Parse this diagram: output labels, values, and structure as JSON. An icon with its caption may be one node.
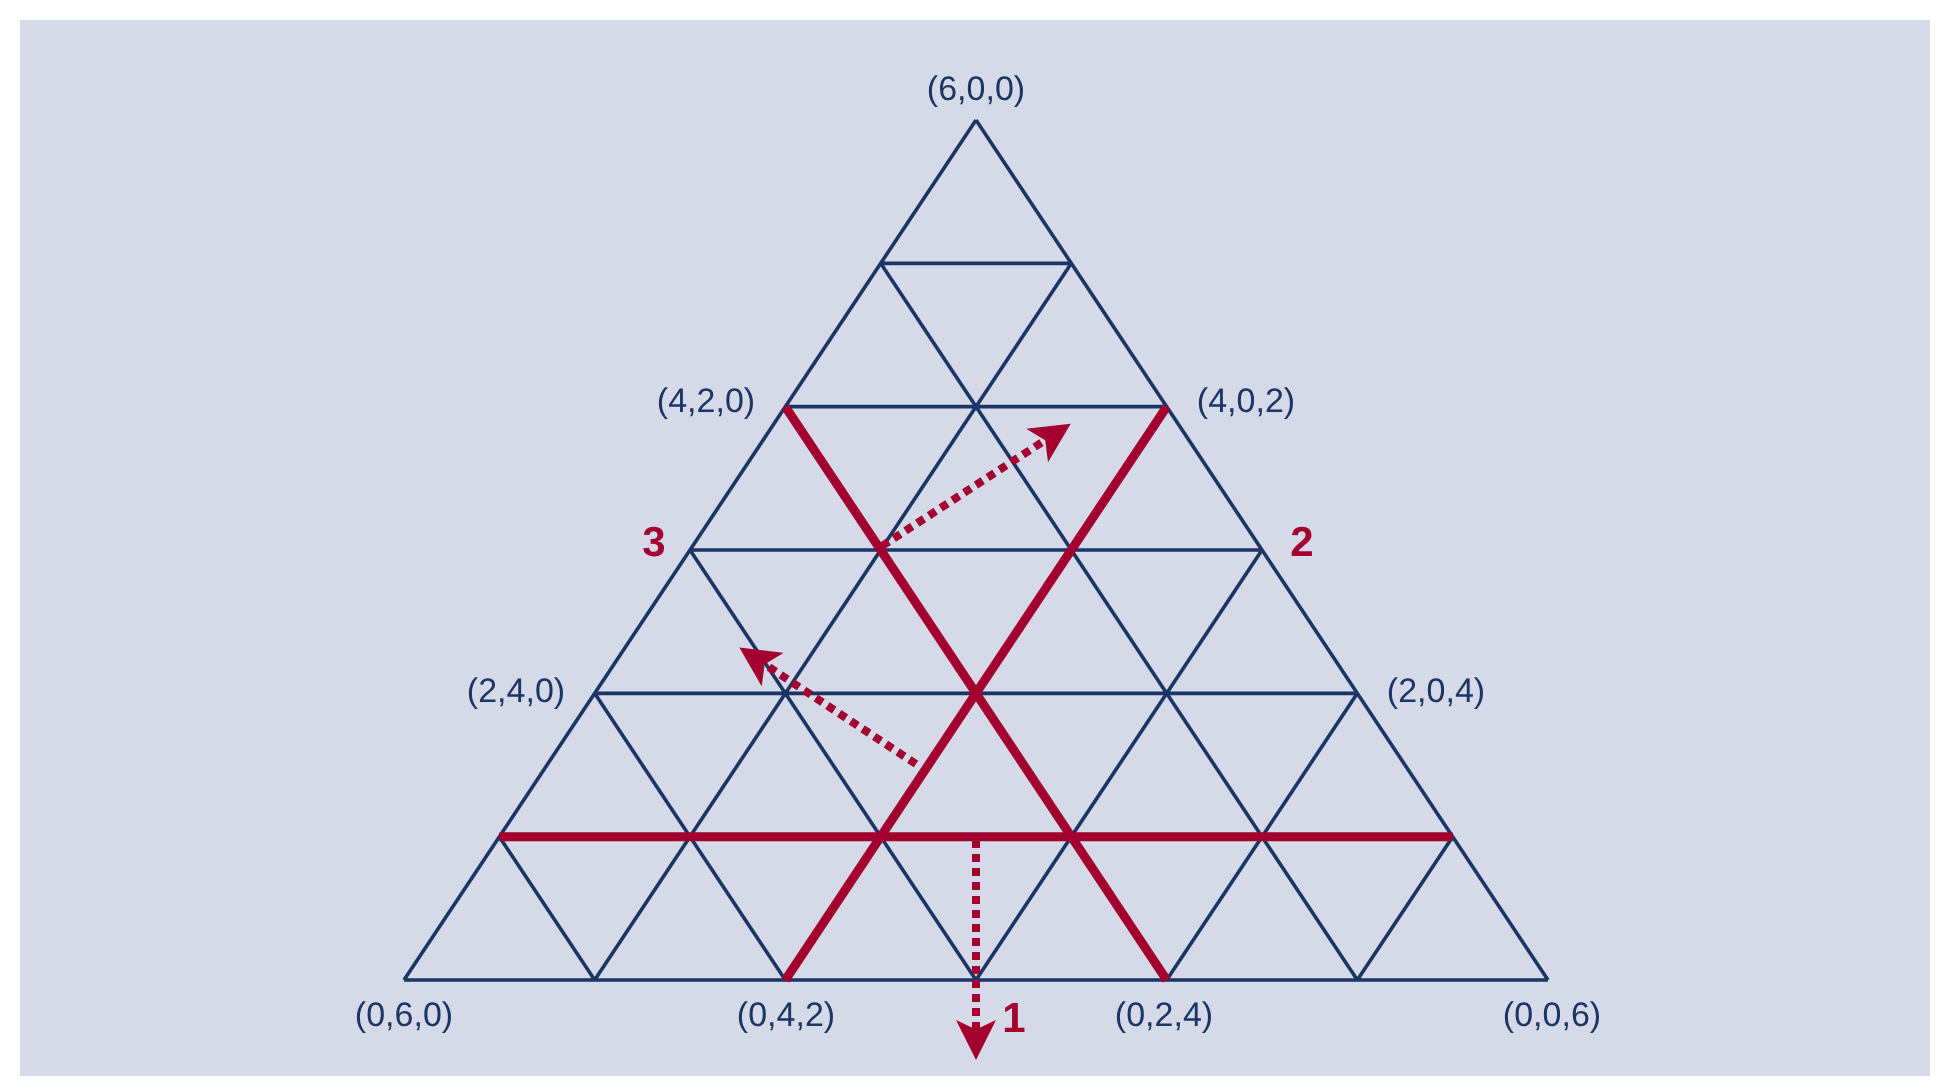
{
  "diagram": {
    "labels": [
      "(6,0,0)",
      "(4,2,0)",
      "(4,0,2)",
      "3",
      "2",
      "(2,4,0)",
      "(2,0,4)",
      "(0,6,0)",
      "(0,4,2)",
      "1",
      "(0,2,4)",
      "(0,0,6)"
    ]
  }
}
